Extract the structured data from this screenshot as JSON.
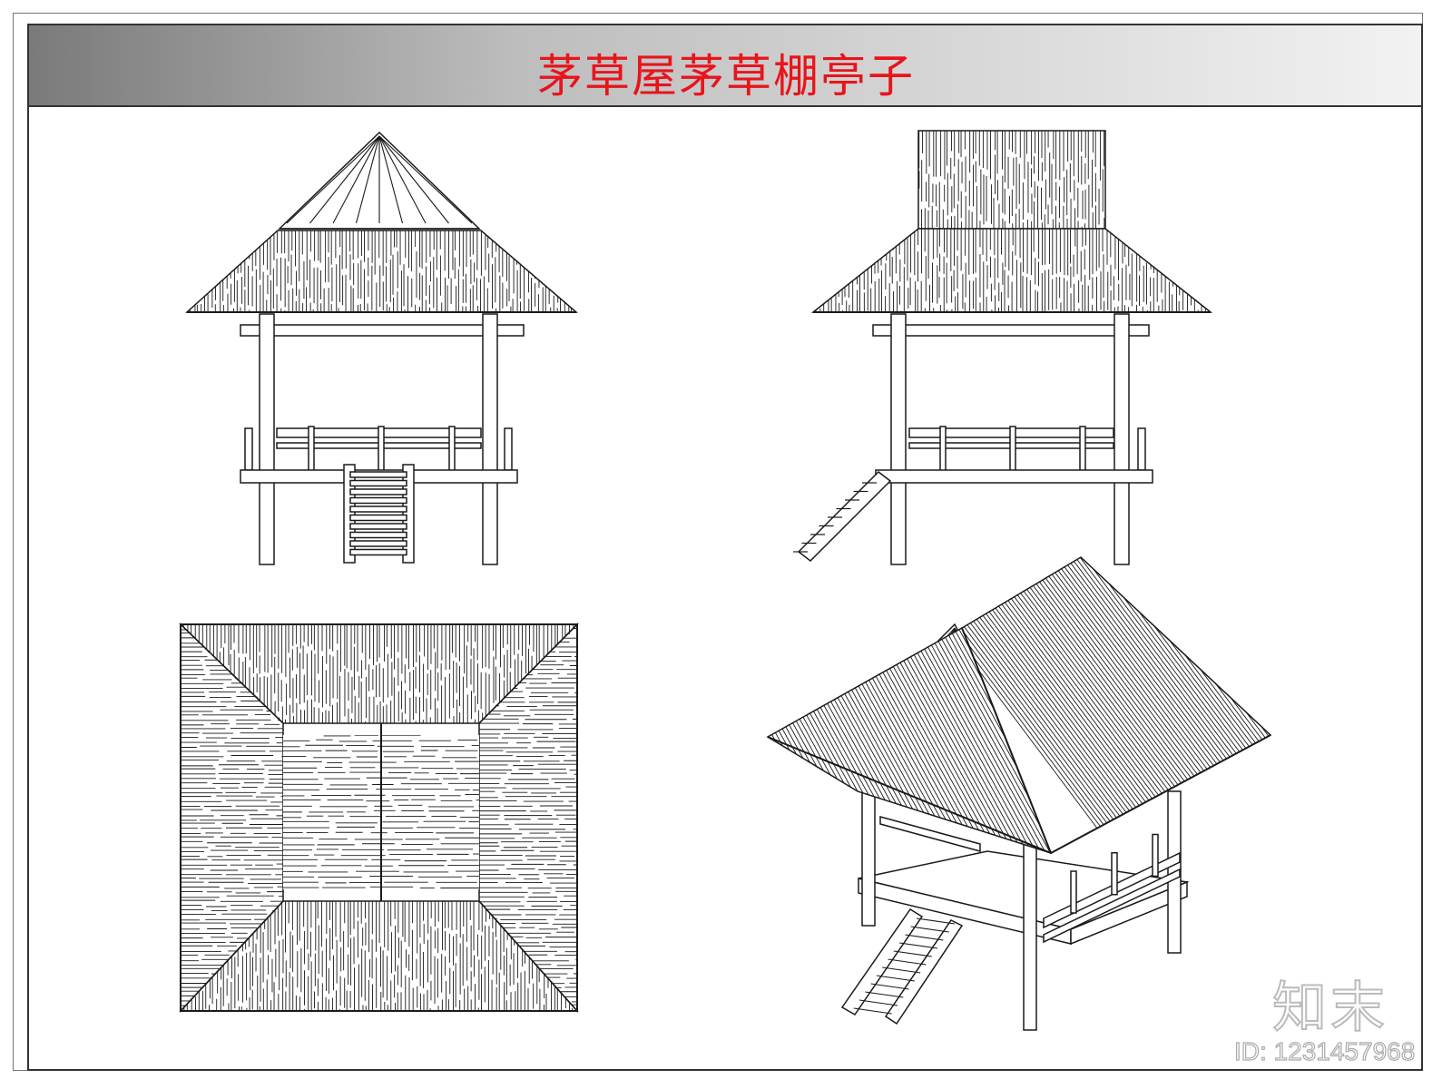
{
  "title": "茅草屋茅草棚亭子",
  "brand_logo": "知末",
  "brand_id": "ID: 1231457968",
  "colors": {
    "title": "#e8141b",
    "line": "#1a1a1a"
  }
}
